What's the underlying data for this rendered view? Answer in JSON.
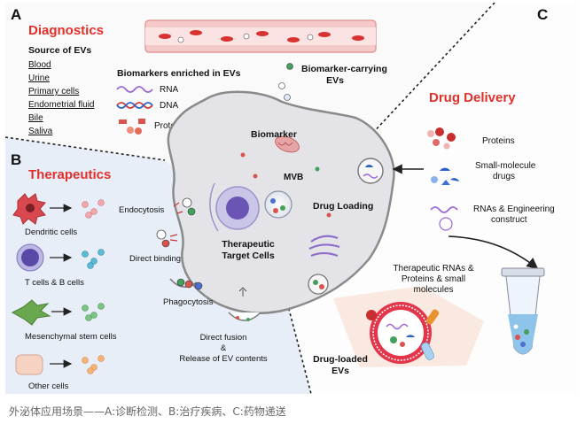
{
  "panels": {
    "a_letter": "A",
    "a_title": "Diagnostics",
    "b_letter": "B",
    "b_title": "Therapeutics",
    "c_letter": "C",
    "c_title": "Drug Delivery"
  },
  "diagnostics": {
    "source_heading": "Source of EVs",
    "sources": [
      "Blood",
      "Urine",
      "Primary cells",
      "Endometrial fluid",
      "Bile",
      "Saliva"
    ],
    "biomarkers_heading": "Biomarkers enriched in EVs",
    "rna": "RNA",
    "dna": "DNA",
    "protein": "Protein",
    "carrying_1": "Biomarker-carrying",
    "carrying_2": "EVs"
  },
  "center": {
    "biomarker": "Biomarker",
    "mvb": "MVB",
    "drug_loading": "Drug Loading",
    "target_1": "Therapeutic",
    "target_2": "Target Cells",
    "endocytosis": "Endocytosis",
    "direct_binding": "Direct binding",
    "phagocytosis": "Phagocytosis",
    "fusion_1": "Direct fusion",
    "fusion_2": "&",
    "fusion_3": "Release of EV contents"
  },
  "therapeutics": {
    "cells": [
      "Dendritic cells",
      "T cells & B cells",
      "Mesenchymal stem cells",
      "Other cells"
    ]
  },
  "drug_delivery": {
    "proteins": "Proteins",
    "small_molecule_1": "Small-molecule",
    "small_molecule_2": "drugs",
    "rnas_1": "RNAs & Engineering",
    "rnas_2": "construct",
    "cargo_1": "Therapeutic RNAs &",
    "cargo_2": "Proteins & small",
    "cargo_3": "molecules",
    "loaded_1": "Drug-loaded",
    "loaded_2": "EVs"
  },
  "caption": "外泌体应用场景——A:诊断检测、B:治疗疾病、C:药物递送",
  "colors": {
    "accent_red": "#e0302a",
    "panel_a_bg": "#fbfbfb",
    "panel_b_bg": "#e8eef8",
    "panel_c_bg": "#fdfdfd",
    "cell_body": "#e4e4e8"
  }
}
